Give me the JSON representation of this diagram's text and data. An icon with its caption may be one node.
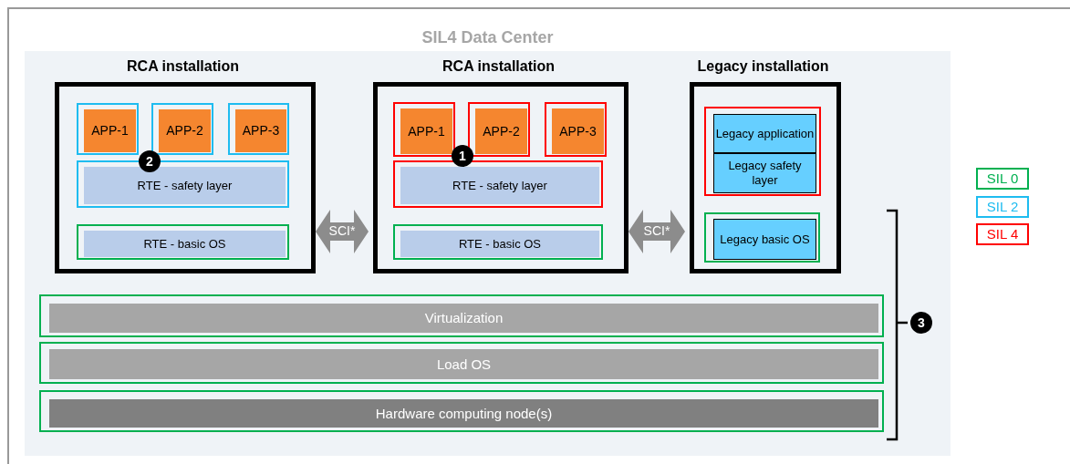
{
  "diagram": {
    "nodes": [
      {
        "text": [
          "SIL4 Data Center"
        ]
      },
      {
        "text": [
          "RCA installation"
        ],
        "in": 0
      },
      {
        "text": [],
        "shape": "box",
        "in": 1
      },
      {
        "text": [
          "APP-1"
        ],
        "in": 2
      },
      {
        "text": [],
        "shape": "box",
        "in": 1
      },
      {
        "text": [
          "APP-2"
        ],
        "in": 4
      },
      {
        "text": [],
        "shape": "box",
        "in": 1
      },
      {
        "text": [
          "APP-3"
        ],
        "in": 6
      },
      {
        "text": [],
        "shape": "box",
        "in": 1
      },
      {
        "text": [
          "RTE - safety layer"
        ],
        "in": 8
      },
      {
        "text": [],
        "shape": "box",
        "in": 1
      },
      {
        "text": [
          "RTE - basic OS"
        ],
        "in": 10
      },
      {
        "text": [
          "RCA installation"
        ],
        "in": 0
      },
      {
        "text": [],
        "shape": "box",
        "in": 12
      },
      {
        "text": [
          "APP-1"
        ],
        "in": 13
      },
      {
        "text": [],
        "shape": "box",
        "in": 12
      },
      {
        "text": [
          "APP-2"
        ],
        "in": 15
      },
      {
        "text": [],
        "shape": "box",
        "in": 12
      },
      {
        "text": [
          "APP-3"
        ],
        "in": 17
      },
      {
        "text": [],
        "shape": "box",
        "in": 12
      },
      {
        "text": [
          "RTE - safety layer"
        ],
        "in": 19
      },
      {
        "text": [],
        "shape": "box",
        "in": 12
      },
      {
        "text": [
          "RTE - basic OS"
        ],
        "in": 21
      },
      {
        "text": [
          "Legacy installation"
        ],
        "in": 0
      },
      {
        "text": [],
        "shape": "box",
        "in": 23
      },
      {
        "text": [
          "Legacy application"
        ],
        "in": 24
      },
      {
        "text": [
          "Legacy safety layer"
        ],
        "in": 24
      },
      {
        "text": [],
        "shape": "box",
        "in": 23
      },
      {
        "text": [
          "Legacy basic OS"
        ],
        "in": 27
      },
      {
        "text": [],
        "shape": "box",
        "in": 0
      },
      {
        "text": [
          "Virtualization"
        ],
        "in": 29
      },
      {
        "text": [],
        "shape": "box",
        "in": 0
      },
      {
        "text": [
          "Load OS"
        ],
        "in": 31
      },
      {
        "text": [],
        "shape": "box",
        "in": 0
      },
      {
        "text": [
          "Hardware computing node(s)"
        ],
        "in": 33
      }
    ],
    "edges": [
      {
        "from": 1,
        "to": 12,
        "arrow": "both",
        "label": "SCI*"
      },
      {
        "from": 12,
        "to": 23,
        "arrow": "both",
        "label": "SCI*"
      }
    ],
    "labels": [
      "2",
      "1",
      "3"
    ],
    "legend": [
      {
        "text": "SIL 0",
        "color": "#00b050"
      },
      {
        "text": "SIL 2",
        "color": "#1ebcf0"
      },
      {
        "text": "SIL 4",
        "color": "#ff0000"
      }
    ]
  }
}
